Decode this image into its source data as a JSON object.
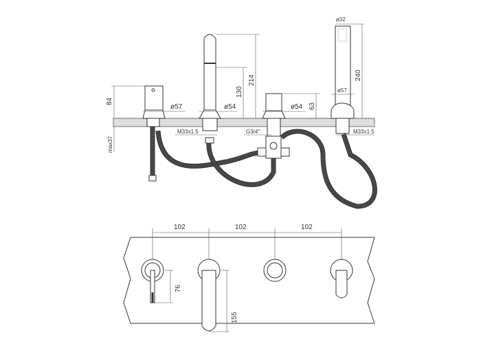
{
  "side_view": {
    "dim_height_valve": "84",
    "dim_max_deck": "max37",
    "dim_dia_valve": "ø57",
    "dim_dia_spout": "ø54",
    "dim_spout_outlet": "130",
    "dim_spout_total": "214",
    "dim_dia_diverter": "ø54",
    "dim_height_diverter": "63",
    "dim_dia_handshower": "ø32",
    "dim_height_handshower": "240",
    "dim_dia_holder": "ø57",
    "thread_spout": "M33x1.5",
    "thread_diverter": "G3/4\"",
    "thread_holder": "M33x1.5"
  },
  "top_view": {
    "spacing_1": "102",
    "spacing_2": "102",
    "spacing_3": "102",
    "dim_lever": "76",
    "dim_spout_reach": "155"
  }
}
